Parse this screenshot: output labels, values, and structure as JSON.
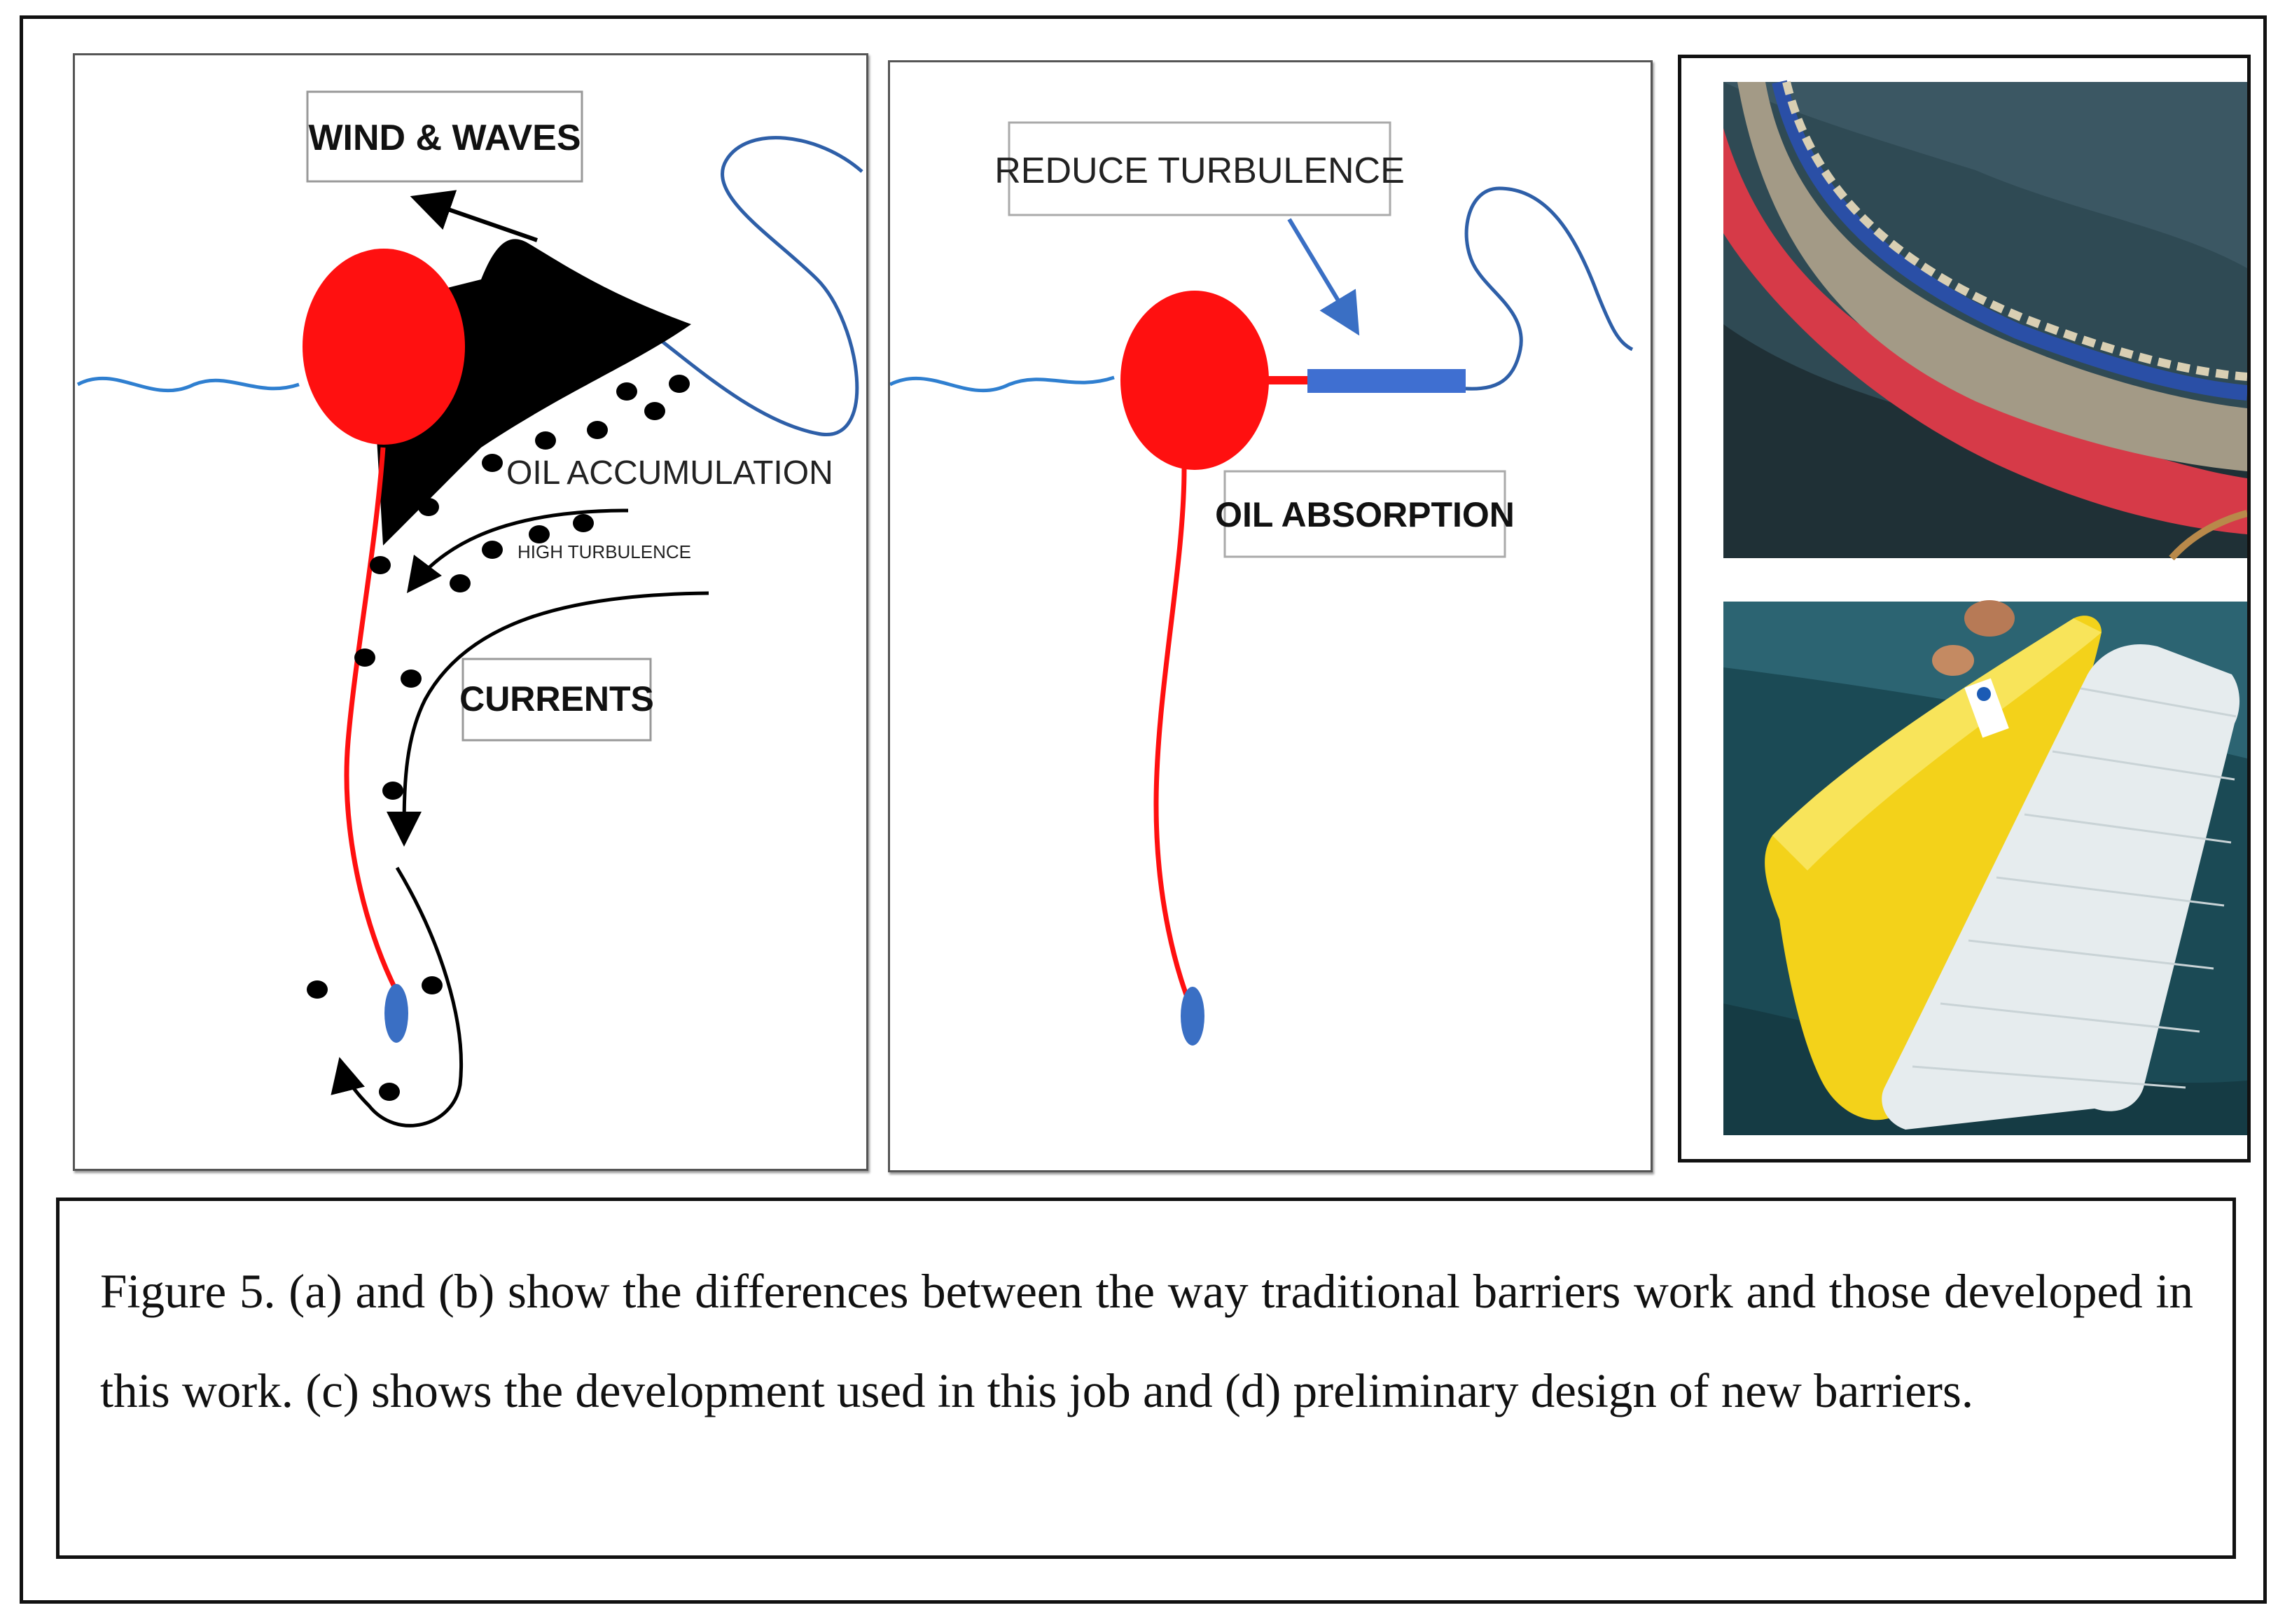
{
  "panel_a": {
    "wind_label": "WIND & WAVES",
    "oil_accumulation_label": "OIL ACCUMULATION",
    "turbulence_label": "HIGH TURBULENCE",
    "currents_label": "CURRENTS"
  },
  "panel_b": {
    "reduce_label": "REDUCE TURBULENCE",
    "absorption_label": "OIL ABSORPTION"
  },
  "caption": {
    "text": "Figure 5. (a) and (b) show the differences between the way traditional barriers work and those developed in this work. (c) shows the development used in this job and (d) preliminary design of new barriers."
  },
  "colors": {
    "float_red": "#ff1010",
    "water_blue": "#2e6db4",
    "oil_black": "#000000",
    "weight_blue": "#3a6fc4",
    "absorbent_blue": "#3f6fd1"
  }
}
